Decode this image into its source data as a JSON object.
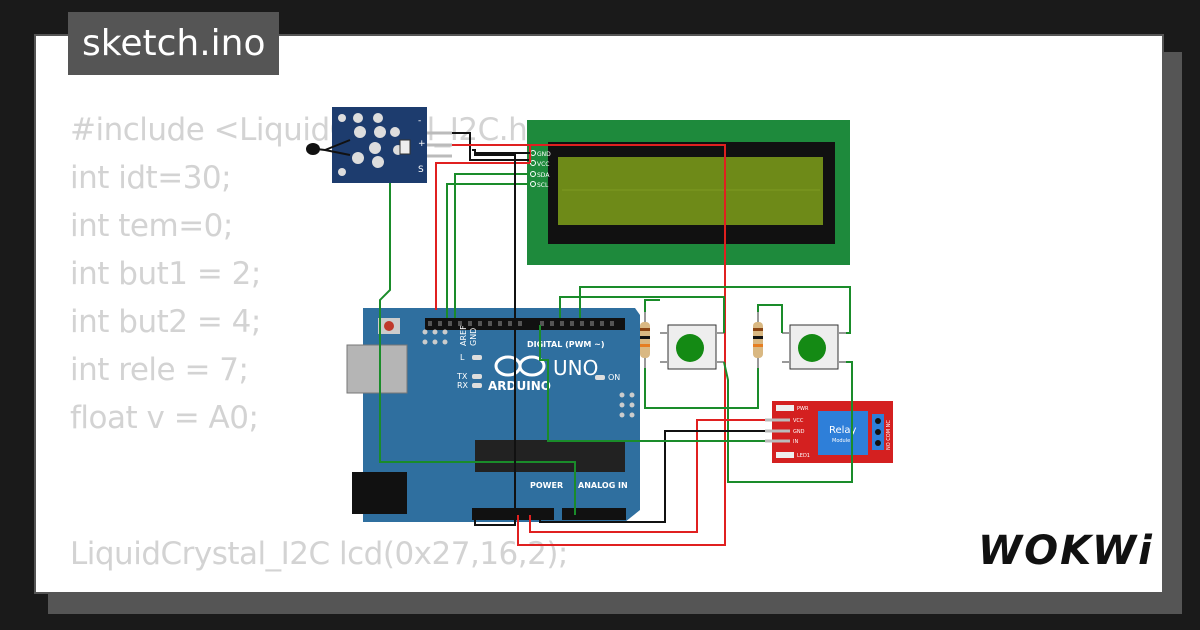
{
  "title_tab": "sketch.ino",
  "code_lines": [
    "#include <LiquidCrystal_I2C.h>",
    "int idt=30;",
    "int tem=0;",
    "int but1 = 2;",
    "int but2 = 4;",
    "int rele = 7;",
    "float v = A0;"
  ],
  "code_bottom": "LiquidCrystal_I2C lcd(0x27,16,2);",
  "logo": "WOKWi",
  "board": {
    "brand": "ARDUINO",
    "model": "UNO",
    "digital_label": "DIGITAL (PWM ~)",
    "power_label": "POWER",
    "analog_label": "ANALOG IN",
    "on_label": "ON",
    "l_label": "L",
    "tx_label": "TX",
    "rx_label": "RX",
    "aref_label": "AREF",
    "gnd_label": "GND"
  },
  "lcd_pins": [
    "GND",
    "VCC",
    "SDA",
    "SCL"
  ],
  "relay": {
    "label": "Relay",
    "sublabel": "Module",
    "pins": [
      "VCC",
      "GND",
      "IN"
    ],
    "pwr_label": "PWR",
    "led_label": "LED1",
    "terminals": "NO COM NC"
  },
  "sensor_pins": [
    "-",
    "+",
    "S"
  ],
  "colors": {
    "background": "#1a1a1a",
    "card": "#ffffff",
    "code_text": "#d3d3d3",
    "tab": "#555555",
    "lcd_frame": "#1e8a3c",
    "lcd_screen": "#6e8a18",
    "board": "#2f6f9f",
    "relay": "#d42020",
    "sensor": "#1d3c6e",
    "wire_red": "#e02020",
    "wire_green": "#1a8c2a",
    "wire_black": "#111111",
    "button": "#148a14"
  }
}
